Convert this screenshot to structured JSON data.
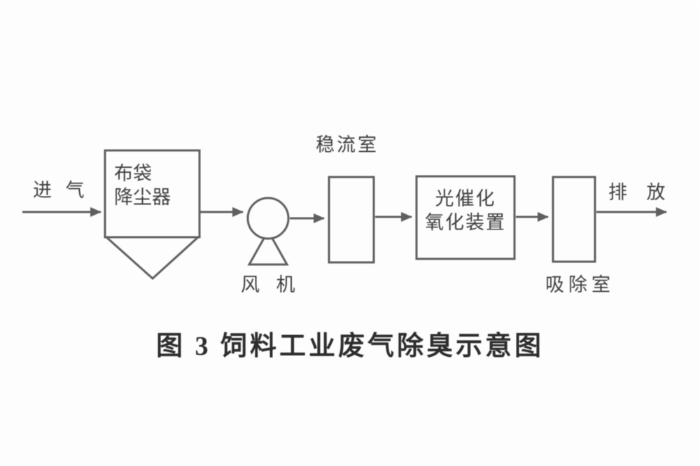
{
  "diagram": {
    "inlet_label": "进 气",
    "dust_collector_line1": "布袋",
    "dust_collector_line2": "降尘器",
    "fan_label": "风 机",
    "stabilizing_chamber_label": "稳流室",
    "photocatalytic_line1": "光催化",
    "photocatalytic_line2": "氧化装置",
    "absorption_chamber_label": "吸除室",
    "outlet_label": "排 放",
    "caption": "图 3   饲料工业废气除臭示意图"
  },
  "colors": {
    "line": "#5f5f5f",
    "text": "#3f3f3f",
    "caption_text": "#2d2d2d",
    "background": "#fdfdfd"
  }
}
